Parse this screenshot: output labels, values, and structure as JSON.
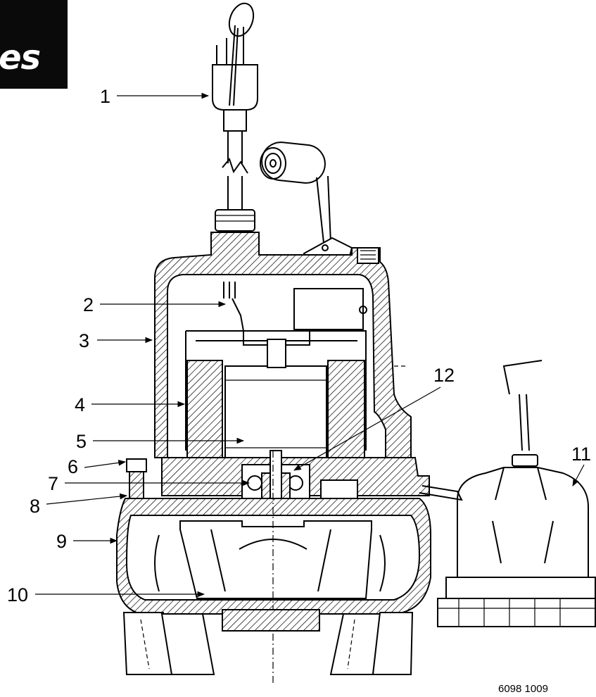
{
  "header": {
    "tab_text": "es"
  },
  "callouts": [
    {
      "id": "1",
      "label": "1"
    },
    {
      "id": "2",
      "label": "2"
    },
    {
      "id": "3",
      "label": "3"
    },
    {
      "id": "4",
      "label": "4"
    },
    {
      "id": "5",
      "label": "5"
    },
    {
      "id": "6",
      "label": "6"
    },
    {
      "id": "7",
      "label": "7"
    },
    {
      "id": "8",
      "label": "8"
    },
    {
      "id": "9",
      "label": "9"
    },
    {
      "id": "10",
      "label": "10"
    },
    {
      "id": "11",
      "label": "11"
    },
    {
      "id": "12",
      "label": "12"
    }
  ],
  "drawing_code": "6098 1009"
}
